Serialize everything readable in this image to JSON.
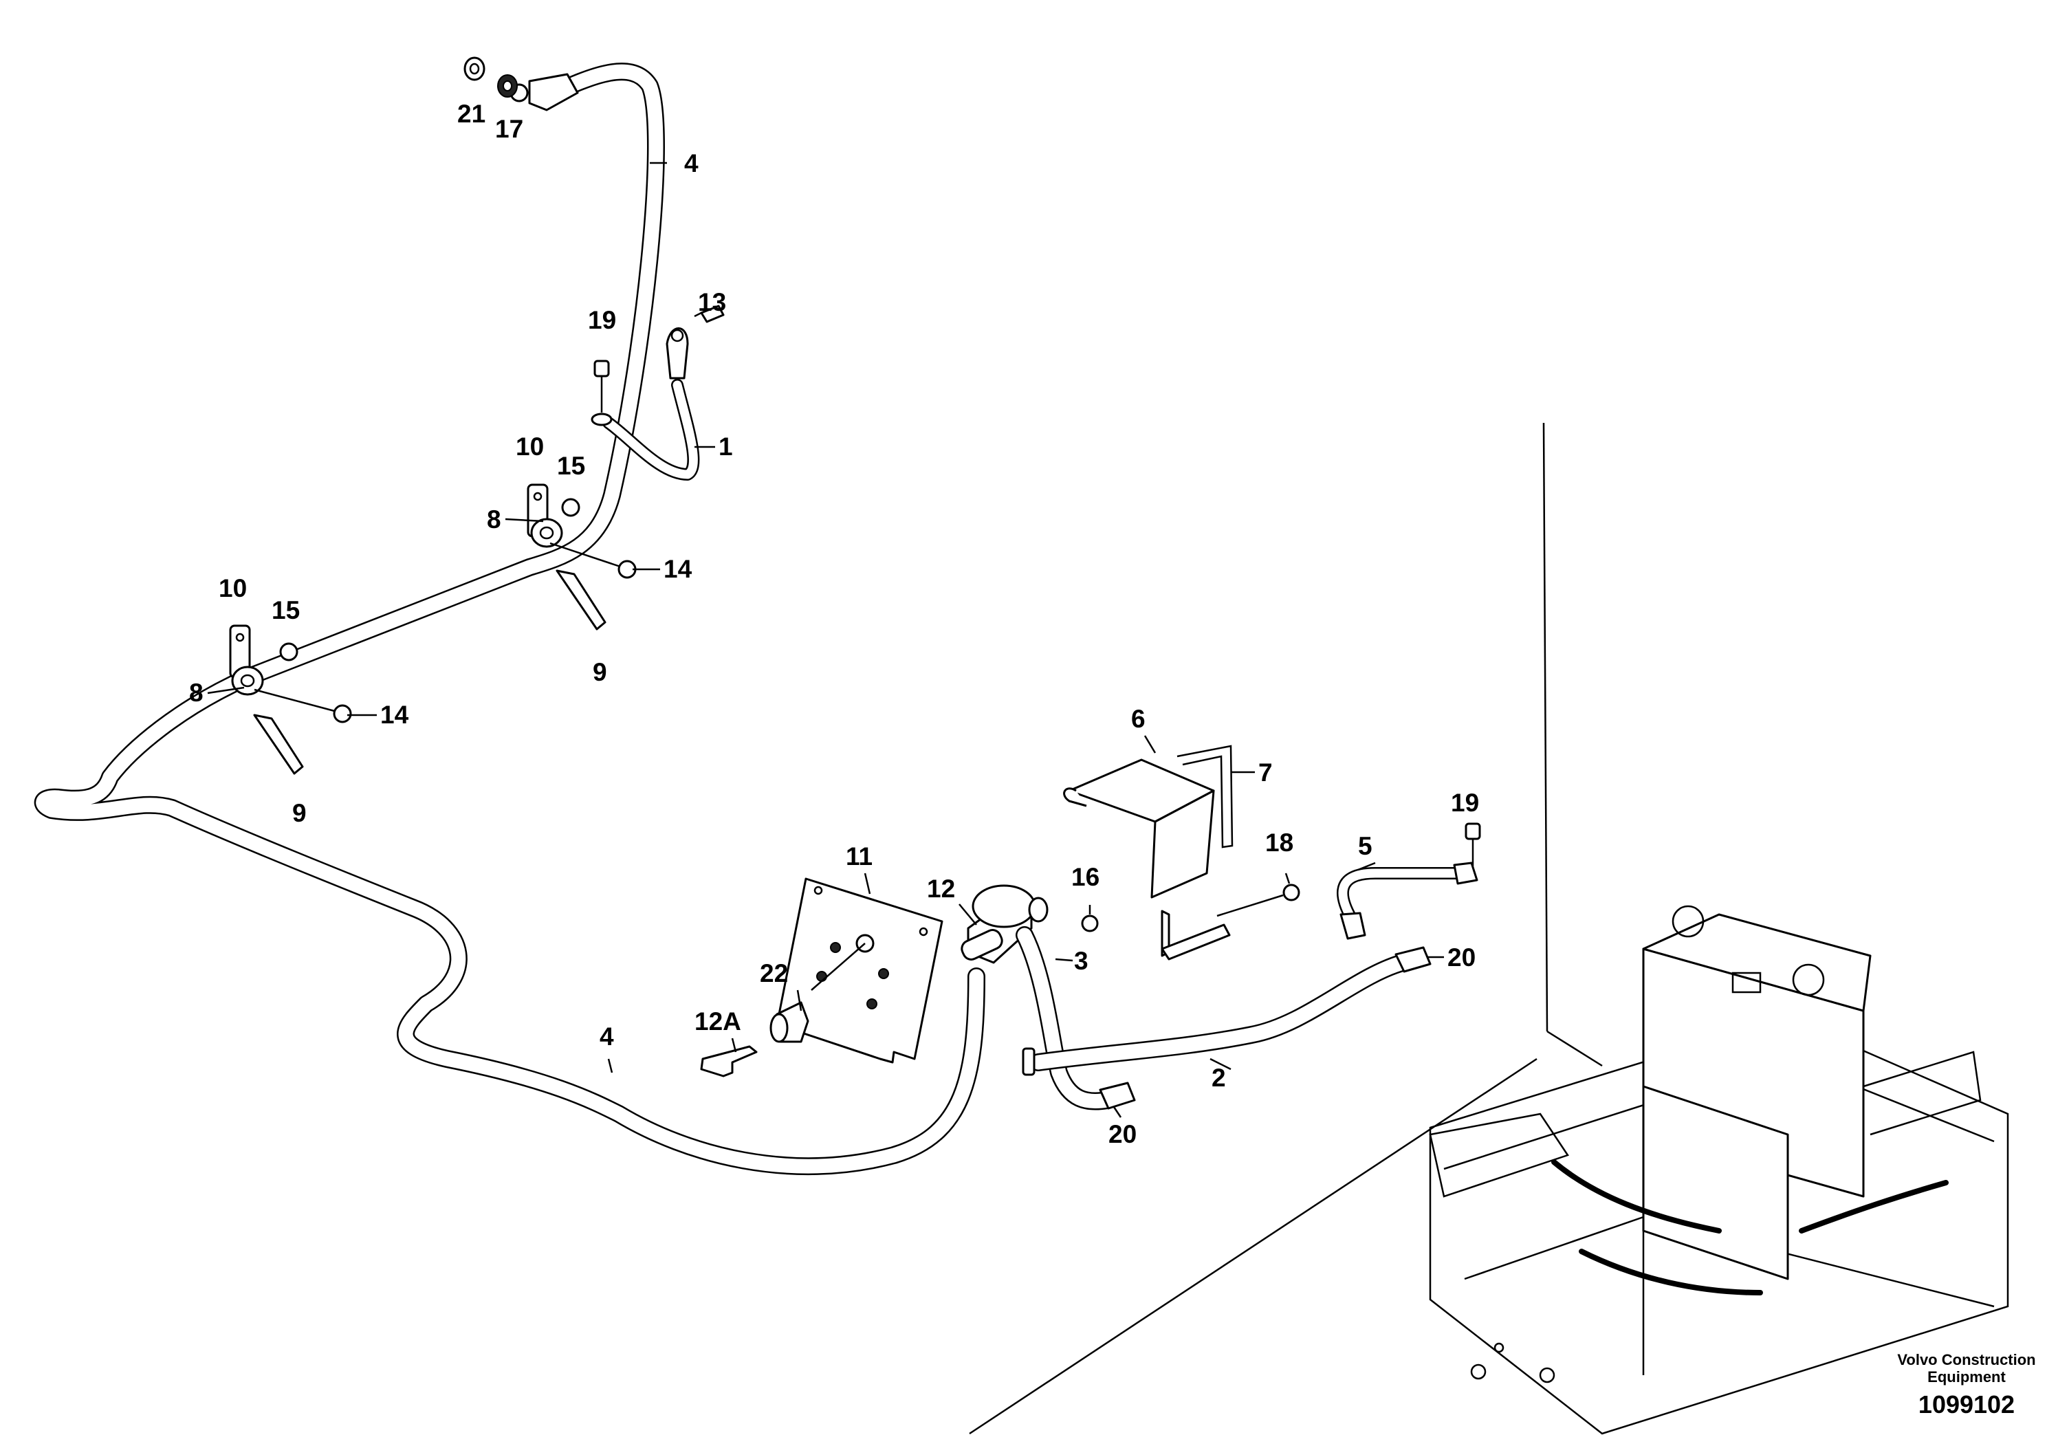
{
  "diagram": {
    "callouts": [
      {
        "id": "c21",
        "text": "21"
      },
      {
        "id": "c17",
        "text": "17"
      },
      {
        "id": "c4a",
        "text": "4"
      },
      {
        "id": "c19a",
        "text": "19"
      },
      {
        "id": "c13",
        "text": "13"
      },
      {
        "id": "c1",
        "text": "1"
      },
      {
        "id": "c10a",
        "text": "10"
      },
      {
        "id": "c15a",
        "text": "15"
      },
      {
        "id": "c8a",
        "text": "8"
      },
      {
        "id": "c14a",
        "text": "14"
      },
      {
        "id": "c9a",
        "text": "9"
      },
      {
        "id": "c10b",
        "text": "10"
      },
      {
        "id": "c15b",
        "text": "15"
      },
      {
        "id": "c8b",
        "text": "8"
      },
      {
        "id": "c14b",
        "text": "14"
      },
      {
        "id": "c9b",
        "text": "9"
      },
      {
        "id": "c6",
        "text": "6"
      },
      {
        "id": "c7",
        "text": "7"
      },
      {
        "id": "c19b",
        "text": "19"
      },
      {
        "id": "c18",
        "text": "18"
      },
      {
        "id": "c5",
        "text": "5"
      },
      {
        "id": "c11",
        "text": "11"
      },
      {
        "id": "c16",
        "text": "16"
      },
      {
        "id": "c12",
        "text": "12"
      },
      {
        "id": "c22",
        "text": "22"
      },
      {
        "id": "c12A",
        "text": "12A"
      },
      {
        "id": "c3",
        "text": "3"
      },
      {
        "id": "c20a",
        "text": "20"
      },
      {
        "id": "c4b",
        "text": "4"
      },
      {
        "id": "c2",
        "text": "2"
      },
      {
        "id": "c20b",
        "text": "20"
      }
    ],
    "brand_line1": "Volvo Construction",
    "brand_line2": "Equipment",
    "document_number": "1099102"
  }
}
